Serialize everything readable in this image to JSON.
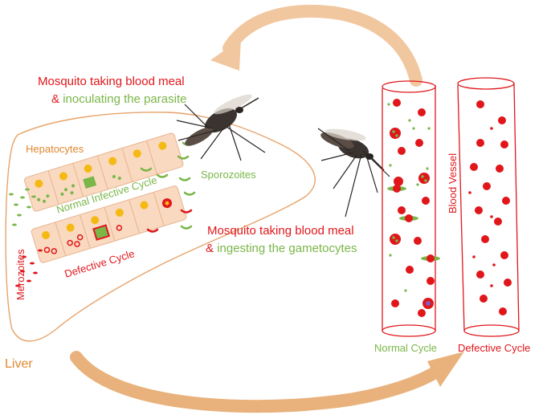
{
  "labels": {
    "meal1_line1": "Mosquito taking blood meal",
    "meal1_amp": "& ",
    "meal1_line2": "inoculating the parasite",
    "hepatocytes": "Hepatocytes",
    "normal_infective_cycle": "Normal Infective Cycle",
    "sporozoites": "Sporozoites",
    "merozoites": "Merozoites",
    "defective_cycle_liver": "Defective  Cycle",
    "meal2_line1": "Mosquito taking blood meal",
    "meal2_amp": "& ",
    "meal2_line2": "ingesting the gametocytes",
    "blood_vessel": "Blood Vessel",
    "normal_cycle": "Normal Cycle",
    "defective_cycle_vessel": "Defective Cycle",
    "liver": "Liver"
  },
  "colors": {
    "red": "#e0161b",
    "green": "#7ab648",
    "orange": "#e0892f",
    "arrow": "#f1c79f",
    "cell_fill": "#f9d9c0",
    "cell_stroke": "#e8b48f",
    "nucleus": "#f5b914",
    "vessel_stroke": "#e0161b"
  },
  "icons": {
    "mosquito_top": "mosquito-icon",
    "mosquito_mid": "mosquito-icon",
    "top_arrow": "curved-arrow-icon",
    "bottom_arrow": "curved-arrow-icon"
  }
}
